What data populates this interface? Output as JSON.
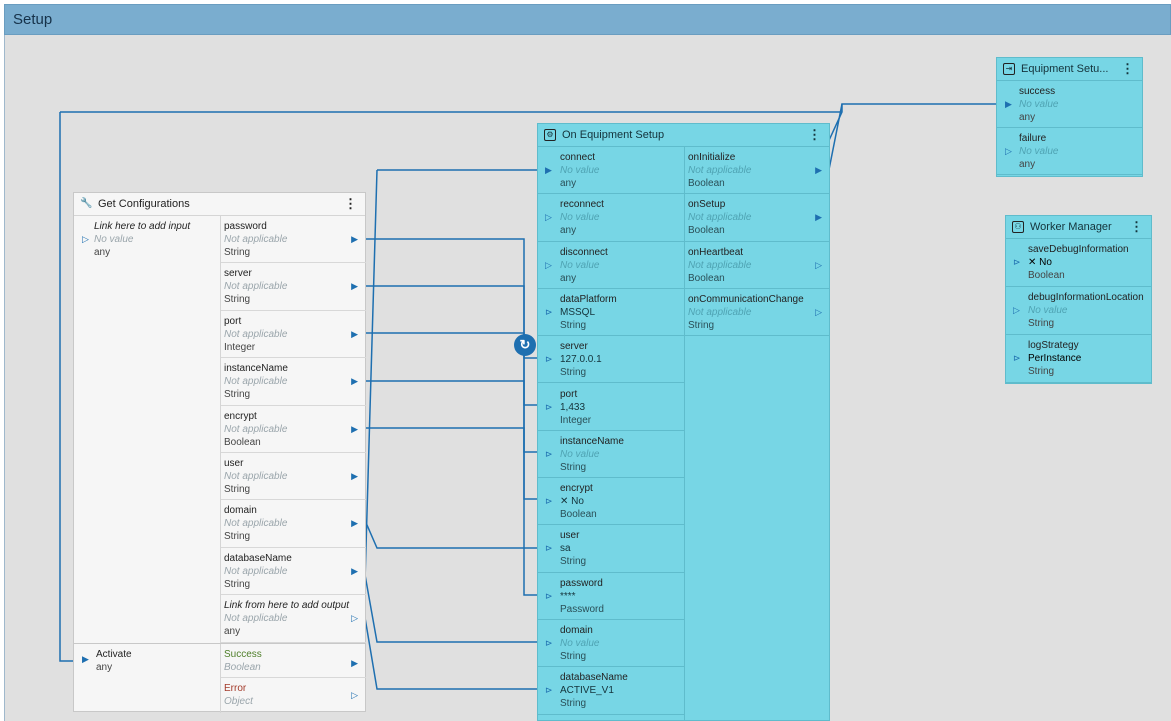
{
  "window": {
    "title": "Setup"
  },
  "get_configurations": {
    "title": "Get Configurations",
    "input": {
      "label": "Link here to add input",
      "value": "No value",
      "type": "any"
    },
    "outputs": [
      {
        "name": "password",
        "value": "Not applicable",
        "type": "String"
      },
      {
        "name": "server",
        "value": "Not applicable",
        "type": "String"
      },
      {
        "name": "port",
        "value": "Not applicable",
        "type": "Integer"
      },
      {
        "name": "instanceName",
        "value": "Not applicable",
        "type": "String"
      },
      {
        "name": "encrypt",
        "value": "Not applicable",
        "type": "Boolean"
      },
      {
        "name": "user",
        "value": "Not applicable",
        "type": "String"
      },
      {
        "name": "domain",
        "value": "Not applicable",
        "type": "String"
      },
      {
        "name": "databaseName",
        "value": "Not applicable",
        "type": "String"
      },
      {
        "name": "Link from here to add output",
        "value": "Not applicable",
        "type": "any"
      }
    ],
    "activate": {
      "name": "Activate",
      "type": "any"
    },
    "success": {
      "name": "Success",
      "type": "Boolean"
    },
    "error": {
      "name": "Error",
      "type": "Object"
    }
  },
  "on_equipment_setup": {
    "title": "On Equipment Setup",
    "inputs": [
      {
        "name": "connect",
        "value": "No value",
        "type": "any",
        "na": true
      },
      {
        "name": "reconnect",
        "value": "No value",
        "type": "any",
        "na": true
      },
      {
        "name": "disconnect",
        "value": "No value",
        "type": "any",
        "na": true
      },
      {
        "name": "dataPlatform",
        "value": "MSSQL",
        "type": "String",
        "na": false
      },
      {
        "name": "server",
        "value": "127.0.0.1",
        "type": "String",
        "na": false
      },
      {
        "name": "port",
        "value": "1,433",
        "type": "Integer",
        "na": false
      },
      {
        "name": "instanceName",
        "value": "No value",
        "type": "String",
        "na": true
      },
      {
        "name": "encrypt",
        "value": "✕ No",
        "type": "Boolean",
        "na": false
      },
      {
        "name": "user",
        "value": "sa",
        "type": "String",
        "na": false
      },
      {
        "name": "password",
        "value": "****",
        "type": "Password",
        "na": false
      },
      {
        "name": "domain",
        "value": "No value",
        "type": "String",
        "na": true
      },
      {
        "name": "databaseName",
        "value": "ACTIVE_V1",
        "type": "String",
        "na": false
      }
    ],
    "outputs": [
      {
        "name": "onInitialize",
        "value": "Not applicable",
        "type": "Boolean"
      },
      {
        "name": "onSetup",
        "value": "Not applicable",
        "type": "Boolean"
      },
      {
        "name": "onHeartbeat",
        "value": "Not applicable",
        "type": "Boolean"
      },
      {
        "name": "onCommunicationChange",
        "value": "Not applicable",
        "type": "String"
      }
    ]
  },
  "equipment_setup_output": {
    "title": "Equipment Setu...",
    "inputs": [
      {
        "name": "success",
        "value": "No value",
        "type": "any"
      },
      {
        "name": "failure",
        "value": "No value",
        "type": "any"
      }
    ]
  },
  "worker_manager": {
    "title": "Worker Manager",
    "inputs": [
      {
        "name": "saveDebugInformation",
        "value": "✕ No",
        "type": "Boolean",
        "na": false
      },
      {
        "name": "debugInformationLocation",
        "value": "No value",
        "type": "String",
        "na": true
      },
      {
        "name": "logStrategy",
        "value": "PerInstance",
        "type": "String",
        "na": false
      }
    ]
  },
  "icons": {
    "wrench": "wrench-icon",
    "gear": "gear-icon",
    "exit": "exit-icon",
    "worker": "worker-icon",
    "refresh": "refresh-icon",
    "kebab": "kebab-menu-icon"
  },
  "colors": {
    "wire": "#1e6fb0",
    "node_task": "#77d6e5",
    "node_plain": "#f6f6f6",
    "titlebar": "#7aadcf"
  }
}
